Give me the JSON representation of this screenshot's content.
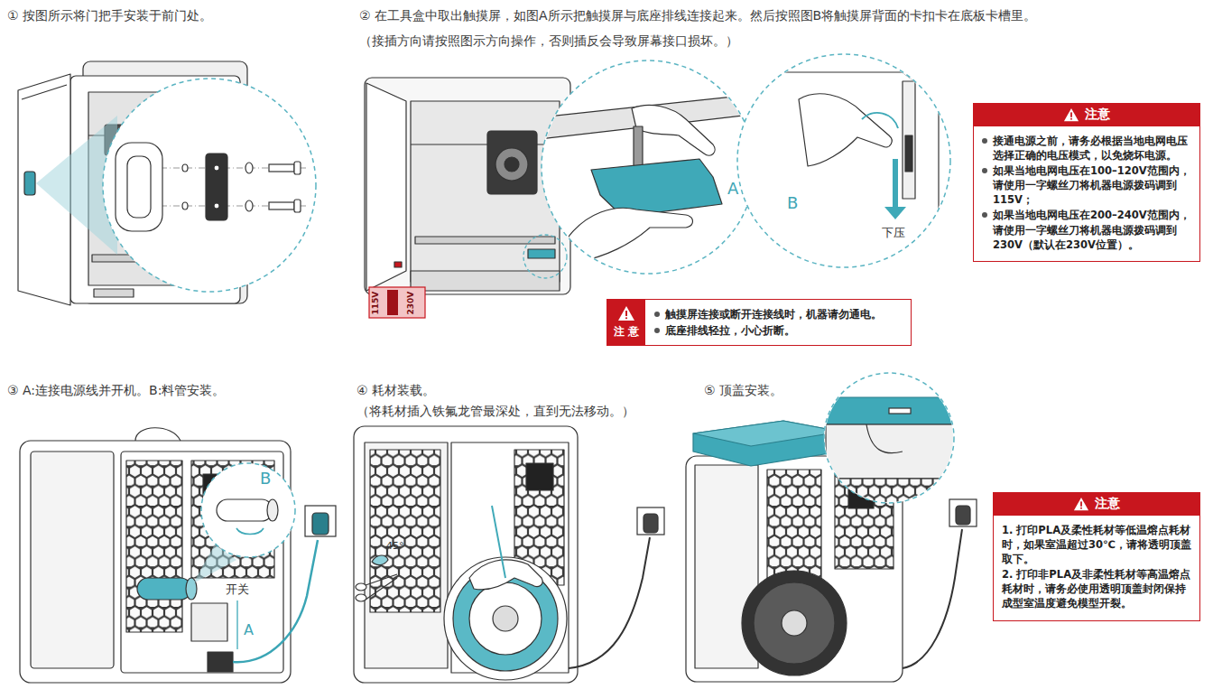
{
  "diagram": {
    "nodes": [
      {
        "text": [
          "注意",
          "接通电源之前，请务必根据当地电网电压选择正确的电压模式，以免烧坏电源。",
          "如果当地电网电压在100–120V范围内，请使用一字螺丝刀将机器电源拨码调到115V；",
          "如果当地电网电压在200–240V范围内，请使用一字螺丝刀将机器电源拨码调到230V（默认在230V位置）。"
        ]
      },
      {
        "text": [
          "注 意",
          "触摸屏连接或断开连接线时，机器请勿通电。",
          "底座排线轻拉，小心折断。"
        ]
      },
      {
        "text": [
          "注意",
          "1. 打印PLA及柔性耗材等低温熔点耗材时，如果室温超过30℃，请将透明顶盖取下。",
          "2. 打印非PLA及非柔性耗材等高温熔点耗材时，请务必使用透明顶盖封闭保持成型室温度避免模型开裂。"
        ]
      }
    ],
    "labels": [
      "① 按图所示将门把手安装于前门处。",
      "② 在工具盒中取出触摸屏，如图A所示把触摸屏与底座排线连接起来。然后按照图B将触摸屏背面的卡扣卡在底板卡槽里。",
      "（接插方向请按照图示方向操作，否则插反会导致屏幕接口损坏。）",
      "A",
      "B",
      "下压",
      "115V",
      "230V",
      "③ A:连接电源线并开机。B:料管安装。",
      "B",
      "开关",
      "A",
      "④ 耗材装载。",
      "（将耗材插入铁氟龙管最深处，直到无法移动。）",
      "45°",
      "⑤ 顶盖安装。"
    ]
  }
}
